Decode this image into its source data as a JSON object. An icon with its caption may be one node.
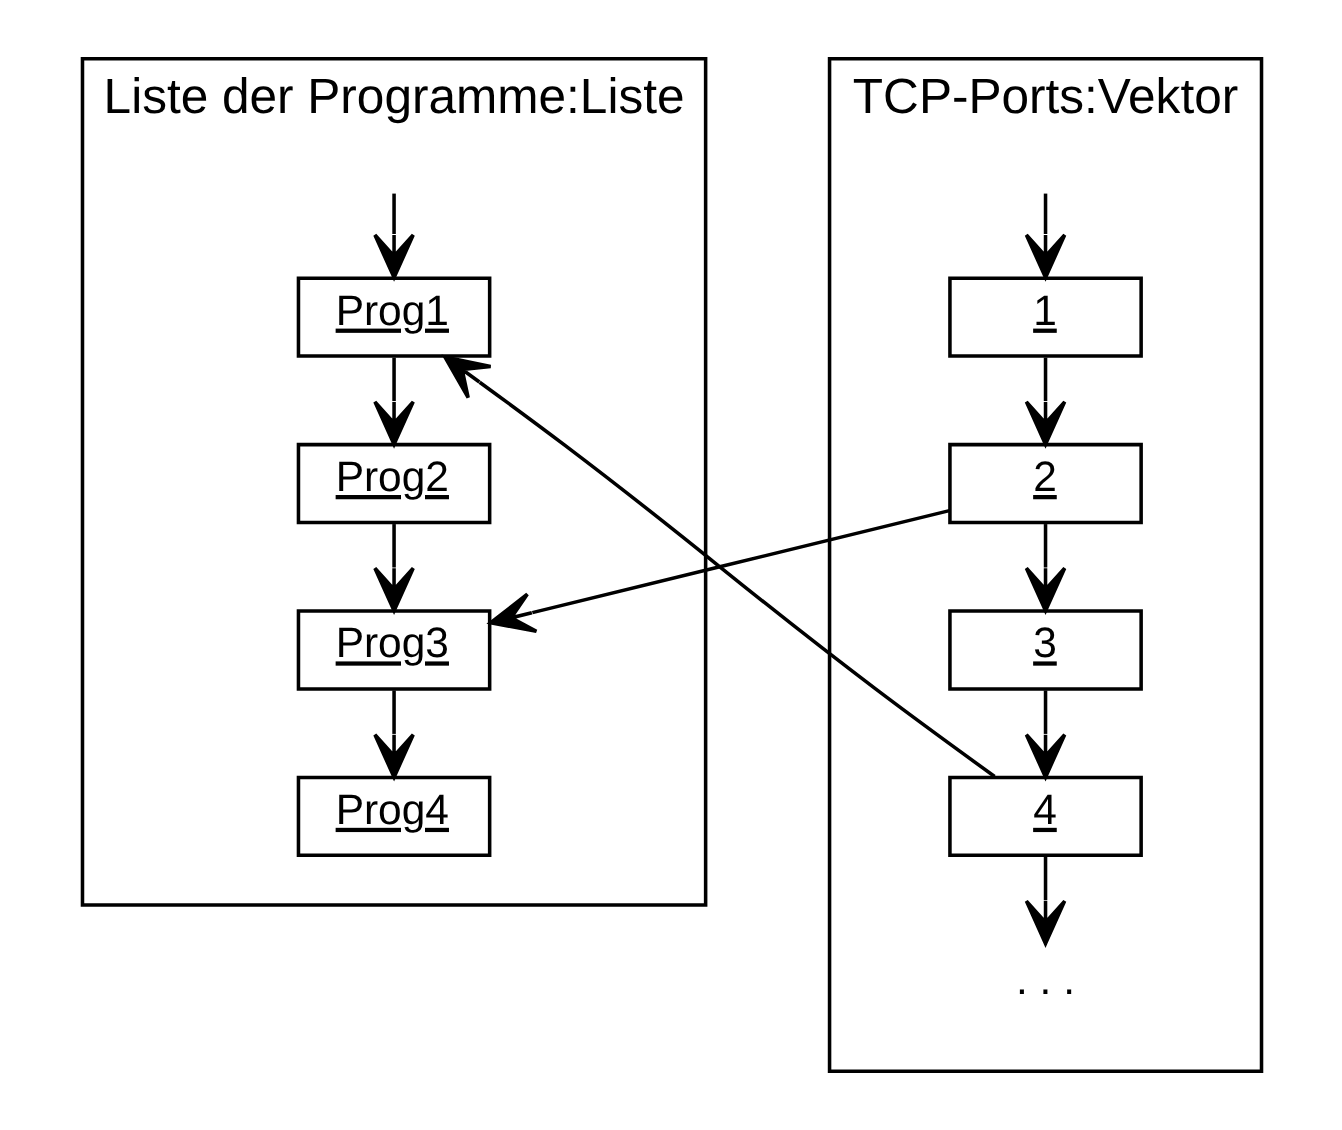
{
  "diagram": {
    "nodes": [
      {
        "text": [
          "TCP-Ports:Vektor"
        ]
      },
      {
        "text": [
          "1"
        ],
        "in": 0
      },
      {
        "text": [
          "2"
        ],
        "in": 0
      },
      {
        "text": [
          "3"
        ],
        "in": 0
      },
      {
        "text": [
          "4"
        ],
        "in": 0
      },
      {
        "text": [
          ". . ."
        ],
        "in": 0
      },
      {
        "text": [
          "Liste der Programme:Liste"
        ]
      },
      {
        "text": [
          "Prog1"
        ],
        "in": 6
      },
      {
        "text": [
          "Prog2"
        ],
        "in": 6
      },
      {
        "text": [
          "Prog3"
        ],
        "in": 6
      },
      {
        "text": [
          "Prog4"
        ],
        "in": 6
      }
    ],
    "edges": [
      {
        "from": null,
        "to": 1,
        "arrow": "to"
      },
      {
        "from": 1,
        "to": 2,
        "arrow": "to"
      },
      {
        "from": 2,
        "to": 3,
        "arrow": "to"
      },
      {
        "from": 3,
        "to": 4,
        "arrow": "to"
      },
      {
        "from": 4,
        "to": 5,
        "arrow": "to"
      },
      {
        "from": null,
        "to": 7,
        "arrow": "to"
      },
      {
        "from": 7,
        "to": 8,
        "arrow": "to"
      },
      {
        "from": 8,
        "to": 9,
        "arrow": "to"
      },
      {
        "from": 9,
        "to": 10,
        "arrow": "to"
      },
      {
        "from": 2,
        "to": 9,
        "arrow": "to"
      },
      {
        "from": 4,
        "to": 7,
        "arrow": "to"
      }
    ]
  }
}
